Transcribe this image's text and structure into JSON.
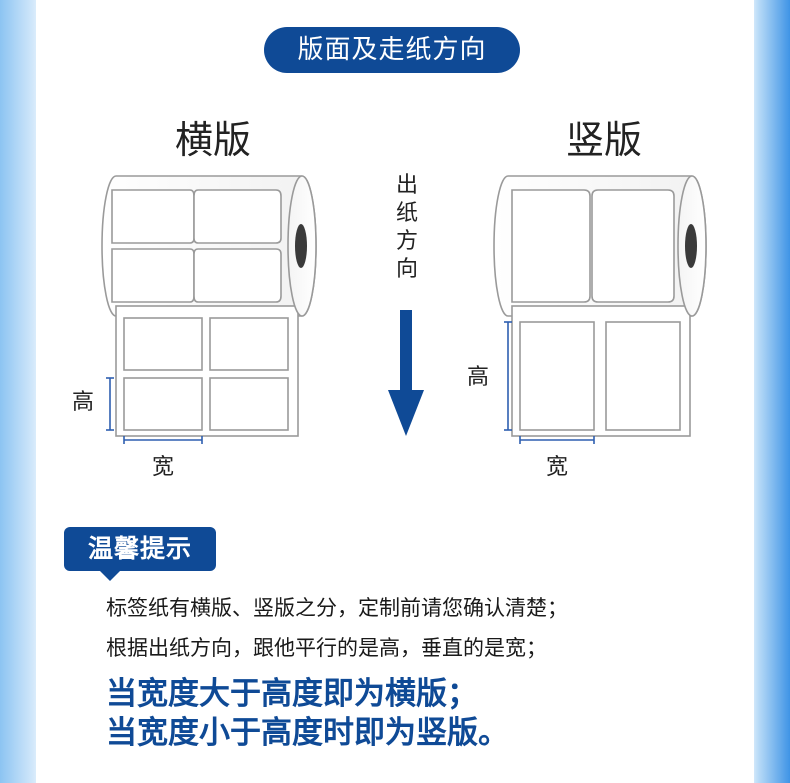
{
  "header": {
    "title": "版面及走纸方向"
  },
  "diagram": {
    "horizontal": {
      "title": "横版",
      "height_label": "高",
      "width_label": "宽"
    },
    "vertical": {
      "title": "竖版",
      "height_label": "高",
      "width_label": "宽"
    },
    "feed_direction": "出纸方向"
  },
  "tips": {
    "badge": "温馨提示",
    "lines": [
      "标签纸有横版、竖版之分，定制前请您确认清楚；",
      "根据出纸方向，跟他平行的是高，垂直的是宽；"
    ],
    "emphasis": [
      "当宽度大于高度即为横版；",
      "当宽度小于高度时即为竖版。"
    ]
  },
  "colors": {
    "accent": "#0f4a96",
    "roll_stroke": "#9a9a9a"
  }
}
